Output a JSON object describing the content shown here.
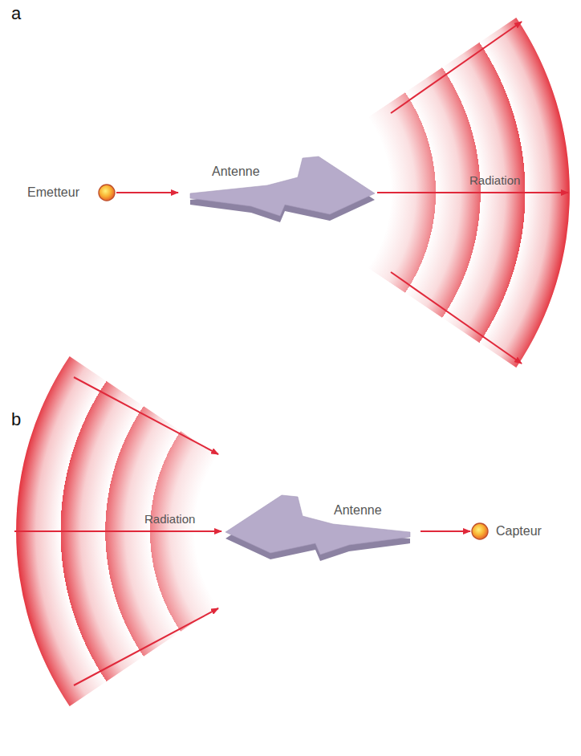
{
  "diagram": {
    "nodes": [
      {
        "text": [
          "Emetteur"
        ]
      },
      {
        "text": [
          "Antenne"
        ]
      },
      {
        "text": [
          "Antenne"
        ]
      },
      {
        "text": [
          "Capteur"
        ]
      }
    ],
    "edges": [
      {
        "from": 0,
        "to": 1,
        "arrow": "to"
      },
      {
        "from": 2,
        "to": 3,
        "arrow": "to"
      }
    ],
    "labels": [
      "a",
      "Radiation",
      "b",
      "Radiation"
    ]
  }
}
